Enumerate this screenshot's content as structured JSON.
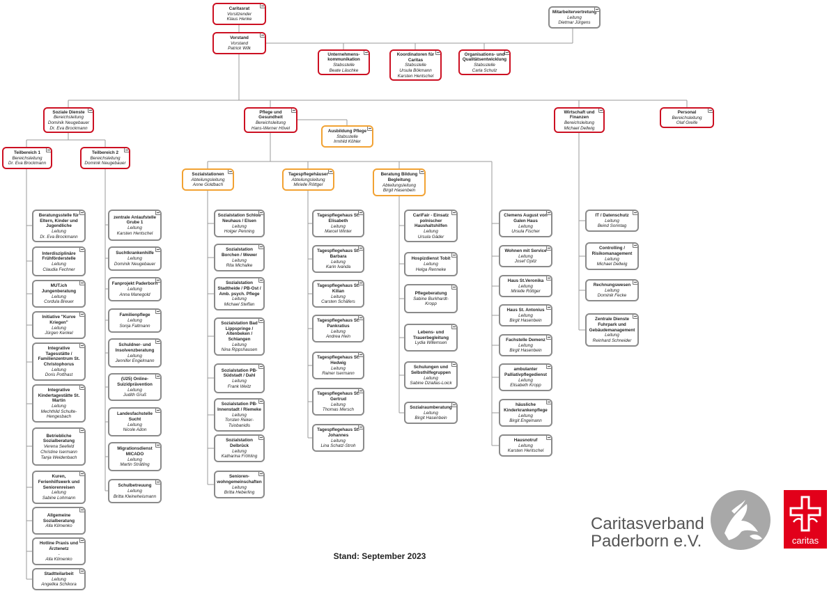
{
  "stand": "Stand: September 2023",
  "org_name_line1": "Caritasverband",
  "org_name_line2": "Paderborn e.V.",
  "logo_label": "caritas",
  "colors": {
    "red": "#cc1022",
    "orange": "#f2a233",
    "gray": "#8a8a8a",
    "line": "#9a9a9a",
    "caritas_red": "#e2001a"
  },
  "nodes": [
    {
      "id": "caritasrat",
      "title": "Caritasrat",
      "role": "Vorsitzender",
      "person": "Klaus Henke",
      "style": "red"
    },
    {
      "id": "mav",
      "title": "Mitarbeitervertretung",
      "role": "Leitung",
      "person": "Dietmar Jürgens",
      "style": "gray"
    },
    {
      "id": "vorstand",
      "title": "Vorstand",
      "role": "Vorstand",
      "person": "Patrick Wilk",
      "style": "red"
    },
    {
      "id": "uk",
      "title": "Unternehmens-\nkommunikation",
      "role": "Stabsstelle",
      "person": "Beate Läschke",
      "style": "red"
    },
    {
      "id": "kfc",
      "title": "Koordinatoren für\nCaritas",
      "role": "Stabsstelle",
      "person": "Ursula Bökmann\nKarsten Hentschel",
      "style": "red"
    },
    {
      "id": "oq",
      "title": "Organisations- und\nQualitätsentwicklung",
      "role": "Stabsstelle",
      "person": "Carla Schulz",
      "style": "red"
    },
    {
      "id": "sd",
      "title": "Soziale Dienste",
      "role": "Bereichsleitung",
      "person": "Dominik Neugebauer\nDr. Eva Brockmann",
      "style": "red"
    },
    {
      "id": "pg",
      "title": "Pflege und\nGesundheit",
      "role": "Bereichsleitung",
      "person": "Hans-Werner Hövel",
      "style": "red"
    },
    {
      "id": "ap",
      "title": "Ausbildung Pflege",
      "role": "Stabsstelle",
      "person": "Irmhild Köhler",
      "style": "orange"
    },
    {
      "id": "wf",
      "title": "Wirtschaft und\nFinanzen",
      "role": "Bereichsleitung",
      "person": "Michael Dellwig",
      "style": "red"
    },
    {
      "id": "pers",
      "title": "Personal",
      "role": "Bereichsleitung",
      "person": "Olaf Greife",
      "style": "red"
    },
    {
      "id": "tb1",
      "title": "Teilbereich 1",
      "role": "Bereichsleitung",
      "person": "Dr. Eva Brockmann",
      "style": "red"
    },
    {
      "id": "tb2",
      "title": "Teilbereich 2",
      "role": "Bereichsleitung",
      "person": "Dominik Neugebauer",
      "style": "red"
    },
    {
      "id": "ss",
      "title": "Sozialstationen",
      "role": "Abteilungsleitung",
      "person": "Anne Goldbach",
      "style": "orange"
    },
    {
      "id": "tp",
      "title": "Tagespflegehäuser",
      "role": "Abteilungsleitung",
      "person": "Mirielle Röttger",
      "style": "orange"
    },
    {
      "id": "bbb",
      "title": "Beratung Bildung\nBegleitung",
      "role": "Abteilungsleitung",
      "person": "Birgit Hasenbein",
      "style": "orange"
    },
    {
      "id": "c1a",
      "title": "Beratungsstelle für\nEltern, Kinder und\nJugendliche",
      "role": "Leitung",
      "person": "Dr. Eva Brockmann",
      "style": "gray"
    },
    {
      "id": "c1b",
      "title": "Interdisziplinäre\nFrühförderstelle",
      "role": "Leitung",
      "person": "Claudia Fechner",
      "style": "gray"
    },
    {
      "id": "c1c",
      "title": "MUT.ich\nJungenberatung",
      "role": "Leitung",
      "person": "Cordula Breuer",
      "style": "gray"
    },
    {
      "id": "c1d",
      "title": "Initiative \"Kurve\nKriegen\"",
      "role": "Leitung",
      "person": "Jürgen Kenkel",
      "style": "gray"
    },
    {
      "id": "c1e",
      "title": "Integrative\nTagesstätte /\nFamilienzentrum St.\nChristophorus",
      "role": "Leitung",
      "person": "Doris Potthast",
      "style": "gray"
    },
    {
      "id": "c1f",
      "title": "Integrative\nKindertagestätte St.\nMartin",
      "role": "Leitung",
      "person": "Mechthild Schulte-\nHengesbach",
      "style": "gray"
    },
    {
      "id": "c1g",
      "title": "Betriebliche\nSozialberatung",
      "role": "",
      "person": "Verena Seefeld\nChristine Isermann\nTanja Weidenbach",
      "style": "gray"
    },
    {
      "id": "c1h",
      "title": "Kuren,\nFerienhilfswerk und\nSeniorenreisen",
      "role": "Leitung",
      "person": "Sabine Lohmann",
      "style": "gray"
    },
    {
      "id": "c1i",
      "title": "Allgemeine\nSozialberatung",
      "role": "",
      "person": "Alla Klimenko",
      "style": "gray"
    },
    {
      "id": "c1j",
      "title": "Hotline Praxis und\nÄrztenetz",
      "role": "-",
      "person": "Alla Klimenko",
      "style": "gray"
    },
    {
      "id": "c1k",
      "title": "Stadtteilarbeit",
      "role": "Leitung",
      "person": "Angelika Schikora",
      "style": "gray"
    },
    {
      "id": "c2a",
      "title": "zentrale Anlaufstelle\nGrube 1",
      "role": "Leitung",
      "person": "Karsten Hentschel",
      "style": "gray"
    },
    {
      "id": "c2b",
      "title": "Suchtkrankenhilfe",
      "role": "Leitung",
      "person": "Dominik Neugebauer",
      "style": "gray"
    },
    {
      "id": "c2c",
      "title": "Fanprojekt Paderborn",
      "role": "Leitung",
      "person": "Anna Manegold",
      "style": "gray"
    },
    {
      "id": "c2d",
      "title": "Familienpflege",
      "role": "Leitung",
      "person": "Sonja Faltmann",
      "style": "gray"
    },
    {
      "id": "c2e",
      "title": "Schuldner- und\nInsolvenzberatung",
      "role": "Leitung",
      "person": "Jennifer Engelmann",
      "style": "gray"
    },
    {
      "id": "c2f",
      "title": "(U25) Online-\nSuizidprävention",
      "role": "Leitung",
      "person": "Judith Gruß",
      "style": "gray"
    },
    {
      "id": "c2g",
      "title": "Landesfachstelle\nSucht",
      "role": "Leitung",
      "person": "Nicole Adon",
      "style": "gray"
    },
    {
      "id": "c2h",
      "title": "Migrationsdienst\nMICADO",
      "role": "Leitung",
      "person": "Martin Strätling",
      "style": "gray"
    },
    {
      "id": "c2i",
      "title": "Schulbetreuung",
      "role": "Leitung",
      "person": "Britta Kleineheismann",
      "style": "gray"
    },
    {
      "id": "s1",
      "title": "Sozialstation Schloß\nNeuhaus / Elsen",
      "role": "Leitung",
      "person": "Holger Penning",
      "style": "gray"
    },
    {
      "id": "s2",
      "title": "Sozialstation\nBorchen / Wewer",
      "role": "Leitung",
      "person": "Rita Michalke",
      "style": "gray"
    },
    {
      "id": "s3",
      "title": "Sozialstation\nStadtheide / PB-Ost /\nAmb. psych. Pflege",
      "role": "Leitung",
      "person": "Michael Steffan",
      "style": "gray"
    },
    {
      "id": "s4",
      "title": "Sozialstation Bad\nLippspringe /\nAltenbeken /\nSchlangen",
      "role": "Leitung",
      "person": "Nina Rippshausen",
      "style": "gray"
    },
    {
      "id": "s5",
      "title": "Sozialstation PB-\nSüdstadt / Dahl",
      "role": "Leitung",
      "person": "Frank Weitz",
      "style": "gray"
    },
    {
      "id": "s6",
      "title": "Sozialstation PB-\nInnenstadt / Riemeke",
      "role": "Leitung",
      "person": "Torsten Reker-\nTsiobanidis",
      "style": "gray"
    },
    {
      "id": "s7",
      "title": "Sozialstation\nDelbrück",
      "role": "Leitung",
      "person": "Katharina Fröhling",
      "style": "gray"
    },
    {
      "id": "s8",
      "title": "Senioren-\nwohngemeinschaften",
      "role": "Leitung",
      "person": "Britta Heberling",
      "style": "gray"
    },
    {
      "id": "t1",
      "title": "Tagespflegehaus St.\nElisabeth",
      "role": "Leitung",
      "person": "Marcel Winter",
      "style": "gray"
    },
    {
      "id": "t2",
      "title": "Tagespflegehaus St.\nBarbara",
      "role": "Leitung",
      "person": "Karin Ivanda",
      "style": "gray"
    },
    {
      "id": "t3",
      "title": "Tagespflegehaus St.\nKilian",
      "role": "Leitung",
      "person": "Carsten Schäfers",
      "style": "gray"
    },
    {
      "id": "t4",
      "title": "Tagespflegehaus St.\nPankratius",
      "role": "Leitung",
      "person": "Andrea Hein",
      "style": "gray"
    },
    {
      "id": "t5",
      "title": "Tagespflegehaus St.\nHedwig",
      "role": "Leitung",
      "person": "Rainer Isermann",
      "style": "gray"
    },
    {
      "id": "t6",
      "title": "Tagespflegehaus St.\nGertrud",
      "role": "Leitung",
      "person": "Thomas Mersch",
      "style": "gray"
    },
    {
      "id": "t7",
      "title": "Tagespflegehaus St.\nJohannes",
      "role": "Leitung",
      "person": "Lina Schatz-Stroh",
      "style": "gray"
    },
    {
      "id": "b1",
      "title": "CariFair - Einsatz\npolnischer\nHaushaltshilfen",
      "role": "Leitung",
      "person": "Ursula Gäder",
      "style": "gray"
    },
    {
      "id": "b2",
      "title": "Hospizdienst Tobit",
      "role": "Leitung",
      "person": "Helga Renneke",
      "style": "gray"
    },
    {
      "id": "b3",
      "title": "Pflegeberatung",
      "role": "",
      "person": "Sabine Burkhardt-\nKropp",
      "style": "gray"
    },
    {
      "id": "b4",
      "title": "Lebens- und\nTrauerbegleitung",
      "role": "",
      "person": "Lydia Willemsen",
      "style": "gray"
    },
    {
      "id": "b5",
      "title": "Schulungen und\nSelbsthilfegruppen",
      "role": "Leitung",
      "person": "Sabine Dziallas-Loick",
      "style": "gray"
    },
    {
      "id": "b6",
      "title": "Sozialraumberatung",
      "role": "Leitung",
      "person": "Birgit Hasenbein",
      "style": "gray"
    },
    {
      "id": "h1",
      "title": "Clemens August von\nGalen Haus",
      "role": "Leitung",
      "person": "Ursula Fischer",
      "style": "gray"
    },
    {
      "id": "h2",
      "title": "Wohnen mit Service",
      "role": "Leitung",
      "person": "Josef Opitz",
      "style": "gray"
    },
    {
      "id": "h3",
      "title": "Haus St.Veronika",
      "role": "Leitung",
      "person": "Mirielle Röttger",
      "style": "gray"
    },
    {
      "id": "h4",
      "title": "Haus St. Antonius",
      "role": "Leitung",
      "person": "Birgit Hasenbein",
      "style": "gray"
    },
    {
      "id": "h5",
      "title": "Fachstelle Demenz",
      "role": "Leitung",
      "person": "Birgit Hasenbein",
      "style": "gray"
    },
    {
      "id": "h6",
      "title": "ambulanter\nPalliativpflegedienst",
      "role": "Leitung",
      "person": "Elisabeth Kropp",
      "style": "gray"
    },
    {
      "id": "h7",
      "title": "häusliche\nKinderkrankenpflege",
      "role": "Leitung",
      "person": "Birgit Engemann",
      "style": "gray"
    },
    {
      "id": "h8",
      "title": "Hausnotruf",
      "role": "Leitung",
      "person": "Karsten Hentschel",
      "style": "gray"
    },
    {
      "id": "w1",
      "title": "IT / Datenschutz",
      "role": "Leitung",
      "person": "Beind Sonntag",
      "style": "gray"
    },
    {
      "id": "w2",
      "title": "Controlling /\nRisikomanagement",
      "role": "Leitung",
      "person": "Michael Dellwig",
      "style": "gray"
    },
    {
      "id": "w3",
      "title": "Rechnungswesen",
      "role": "Leitung",
      "person": "Dominik Fecke",
      "style": "gray"
    },
    {
      "id": "w4",
      "title": "Zentrale Dienste\nFuhrpark und\nGebäudemanagement",
      "role": "Leitung",
      "person": "Reinhard Schneider",
      "style": "gray"
    }
  ]
}
